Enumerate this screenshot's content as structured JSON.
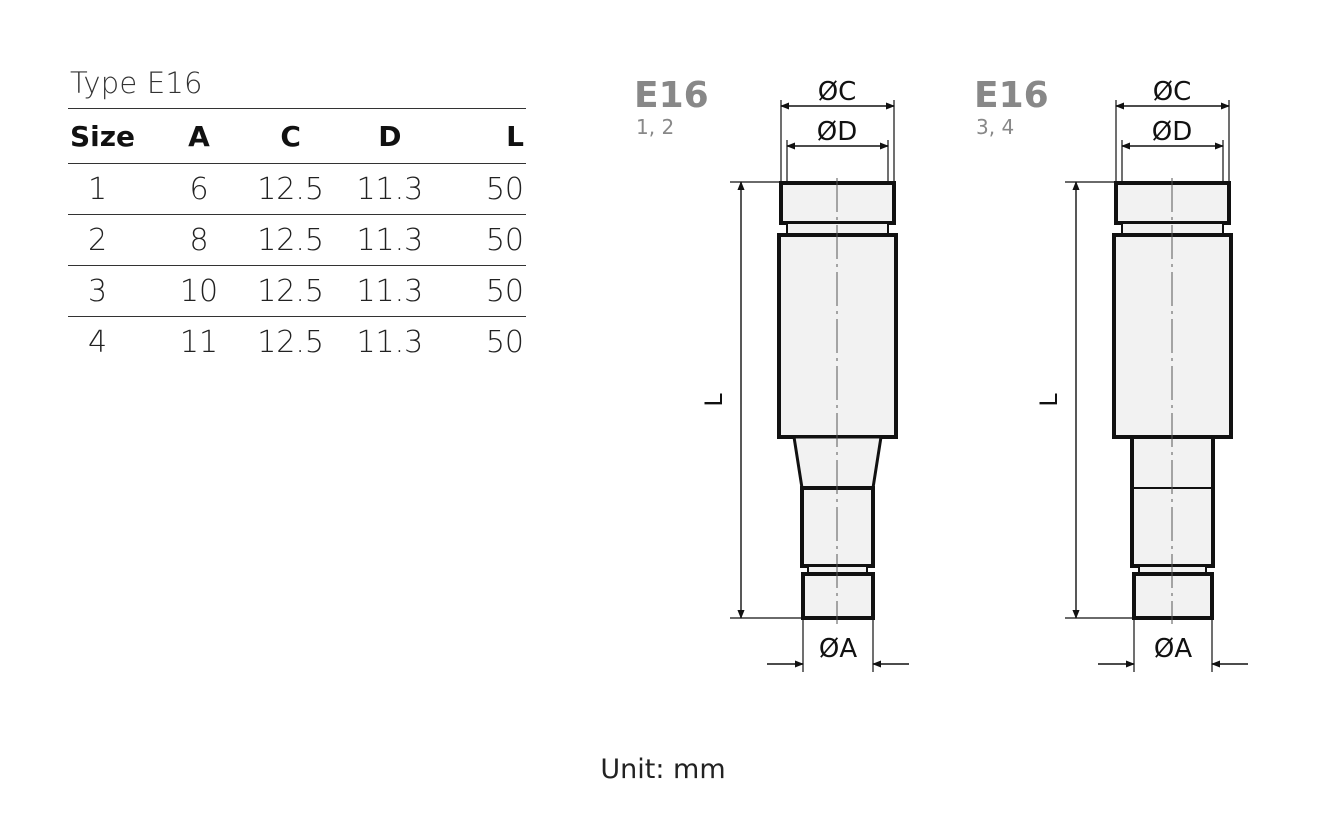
{
  "table": {
    "caption": "Type E16",
    "headers": [
      "Size",
      "A",
      "C",
      "D",
      "L"
    ],
    "rows": [
      [
        "1",
        "6",
        "12.5",
        "11.3",
        "50"
      ],
      [
        "2",
        "8",
        "12.5",
        "11.3",
        "50"
      ],
      [
        "3",
        "10",
        "12.5",
        "11.3",
        "50"
      ],
      [
        "4",
        "11",
        "12.5",
        "11.3",
        "50"
      ]
    ]
  },
  "drawings": [
    {
      "title": "E16",
      "sizes": "1, 2",
      "dim_c": "ØC",
      "dim_d": "ØD",
      "dim_l": "L",
      "dim_a": "ØA"
    },
    {
      "title": "E16",
      "sizes": "3, 4",
      "dim_c": "ØC",
      "dim_d": "ØD",
      "dim_l": "L",
      "dim_a": "ØA"
    }
  ],
  "footer": {
    "unit": "Unit: mm"
  },
  "colors": {
    "title": "#888888",
    "part_fill": "#f2f2f2",
    "line": "#111111"
  }
}
